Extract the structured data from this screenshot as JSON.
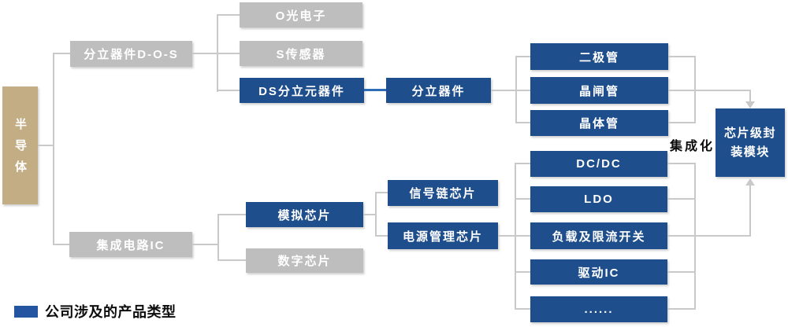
{
  "palette": {
    "box_blue": "#1F4E8C",
    "box_gray": "#BEBEBE",
    "box_tan": "#C3AD85",
    "line_gray": "#C9C9C9",
    "line_blue": "#2E6CB8",
    "legend_blue": "#2355A0"
  },
  "nodes": {
    "semiconductor": {
      "label": "半导体"
    },
    "discrete_dos": {
      "label": "分立器件D-O-S"
    },
    "optoelectronics": {
      "label": "O光电子"
    },
    "sensor": {
      "label": "S传感器"
    },
    "ds_discrete": {
      "label": "DS分立元器件"
    },
    "discrete_device": {
      "label": "分立器件"
    },
    "diode": {
      "label": "二极管"
    },
    "thyristor": {
      "label": "晶闸管"
    },
    "transistor": {
      "label": "晶体管"
    },
    "integrated_circuit": {
      "label": "集成电路IC"
    },
    "analog_chip": {
      "label": "模拟芯片"
    },
    "digital_chip": {
      "label": "数字芯片"
    },
    "signal_chain": {
      "label": "信号链芯片"
    },
    "power_mgmt": {
      "label": "电源管理芯片"
    },
    "dcdc": {
      "label": "DC/DC"
    },
    "ldo": {
      "label": "LDO"
    },
    "load_switch": {
      "label": "负载及限流开关"
    },
    "driver_ic": {
      "label": "驱动IC"
    },
    "more": {
      "label": "......"
    },
    "chip_module": {
      "label": "芯片级封装模块"
    }
  },
  "annotations": {
    "integration": "集成化"
  },
  "legend": {
    "label": "公司涉及的产品类型"
  }
}
